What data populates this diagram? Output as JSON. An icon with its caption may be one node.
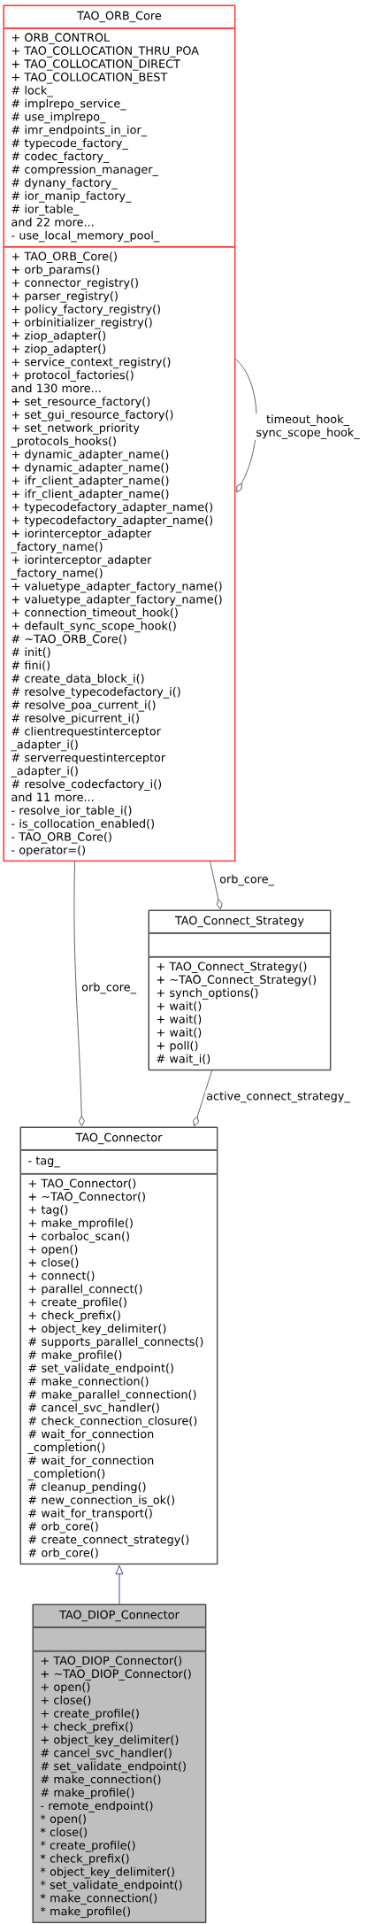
{
  "diagram": {
    "nodes": [
      {
        "text": [
          "TAO_ORB_Core",
          "+ ORB_CONTROL",
          "+ TAO_COLLOCATION_THRU_POA",
          "+ TAO_COLLOCATION_DIRECT",
          "+ TAO_COLLOCATION_BEST",
          "# lock_",
          "# implrepo_service_",
          "# use_implrepo_",
          "# imr_endpoints_in_ior_",
          "# typecode_factory_",
          "# codec_factory_",
          "# compression_manager_",
          "# dynany_factory_",
          "# ior_manip_factory_",
          "# ior_table_",
          "and 22 more...",
          "- use_local_memory_pool_",
          "+ TAO_ORB_Core()",
          "+ orb_params()",
          "+ connector_registry()",
          "+ parser_registry()",
          "+ policy_factory_registry()",
          "+ orbinitializer_registry()",
          "+ ziop_adapter()",
          "+ ziop_adapter()",
          "+ service_context_registry()",
          "+ protocol_factories()",
          "and 130 more...",
          "+ set_resource_factory()",
          "+ set_gui_resource_factory()",
          "+ set_network_priority _protocols_hooks()",
          "+ dynamic_adapter_name()",
          "+ dynamic_adapter_name()",
          "+ ifr_client_adapter_name()",
          "+ ifr_client_adapter_name()",
          "+ typecodefactory_adapter_name()",
          "+ typecodefactory_adapter_name()",
          "+ iorinterceptor_adapter _factory_name()",
          "+ iorinterceptor_adapter _factory_name()",
          "+ valuetype_adapter_factory_name()",
          "+ valuetype_adapter_factory_name()",
          "+ connection_timeout_hook()",
          "+ default_sync_scope_hook()",
          "# ~TAO_ORB_Core()",
          "# init()",
          "# fini()",
          "# create_data_block_i()",
          "# resolve_typecodefactory_i()",
          "# resolve_poa_current_i()",
          "# resolve_picurrent_i()",
          "# clientrequestinterceptor _adapter_i()",
          "# serverrequestinterceptor _adapter_i()",
          "# resolve_codecfactory_i()",
          "and 11 more...",
          "- resolve_ior_table_i()",
          "- is_collocation_enabled()",
          "- TAO_ORB_Core()",
          "- operator=()"
        ]
      },
      {
        "text": [
          "TAO_Connect_Strategy",
          "+ TAO_Connect_Strategy()",
          "+ ~TAO_Connect_Strategy()",
          "+ synch_options()",
          "+ wait()",
          "+ wait()",
          "+ wait()",
          "+ poll()",
          "# wait_i()"
        ]
      },
      {
        "text": [
          "TAO_Connector",
          "- tag_",
          "+ TAO_Connector()",
          "+ ~TAO_Connector()",
          "+ tag()",
          "+ make_mprofile()",
          "+ corbaloc_scan()",
          "+ open()",
          "+ close()",
          "+ connect()",
          "+ parallel_connect()",
          "+ create_profile()",
          "+ check_prefix()",
          "+ object_key_delimiter()",
          "# supports_parallel_connects()",
          "# make_profile()",
          "# set_validate_endpoint()",
          "# make_connection()",
          "# make_parallel_connection()",
          "# cancel_svc_handler()",
          "# check_connection_closure()",
          "# wait_for_connection _completion()",
          "# wait_for_connection _completion()",
          "# cleanup_pending()",
          "# new_connection_is_ok()",
          "# wait_for_transport()",
          "# orb_core()",
          "# create_connect_strategy()",
          "# orb_core()"
        ]
      },
      {
        "text": [
          "TAO_DIOP_Connector",
          "+ TAO_DIOP_Connector()",
          "+ ~TAO_DIOP_Connector()",
          "+ open()",
          "+ close()",
          "+ create_profile()",
          "+ check_prefix()",
          "+ object_key_delimiter()",
          "# cancel_svc_handler()",
          "# set_validate_endpoint()",
          "# make_connection()",
          "# make_profile()",
          "- remote_endpoint()",
          "* open()",
          "* close()",
          "* create_profile()",
          "* check_prefix()",
          "* object_key_delimiter()",
          "* set_validate_endpoint()",
          "* make_connection()",
          "* make_profile()"
        ]
      }
    ],
    "edges": [
      {
        "from": 0,
        "to": 0,
        "arrow": "other",
        "label": "timeout_hook_ sync_scope_hook_"
      },
      {
        "from": 0,
        "to": 1,
        "arrow": "other",
        "label": "orb_core_"
      },
      {
        "from": 0,
        "to": 2,
        "arrow": "other",
        "label": "orb_core_"
      },
      {
        "from": 1,
        "to": 2,
        "arrow": "other",
        "label": "active_connect_strategy_"
      },
      {
        "from": 3,
        "to": 2,
        "arrow": "to",
        "color": "#191970"
      }
    ]
  }
}
